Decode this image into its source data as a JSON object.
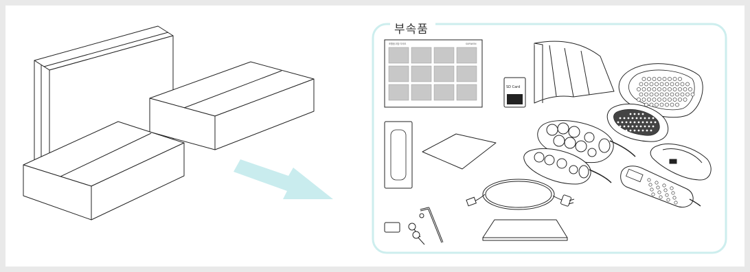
{
  "accessories": {
    "title": "부속품",
    "sd_card_label": "SD Card",
    "chart_header": "조혈점 위장 자극도",
    "chart_brand": "SURIWON"
  },
  "colors": {
    "accent": "#cdeeee",
    "frame_border": "#cdeeee",
    "line": "#222222",
    "arrow": "#c9ecee"
  }
}
